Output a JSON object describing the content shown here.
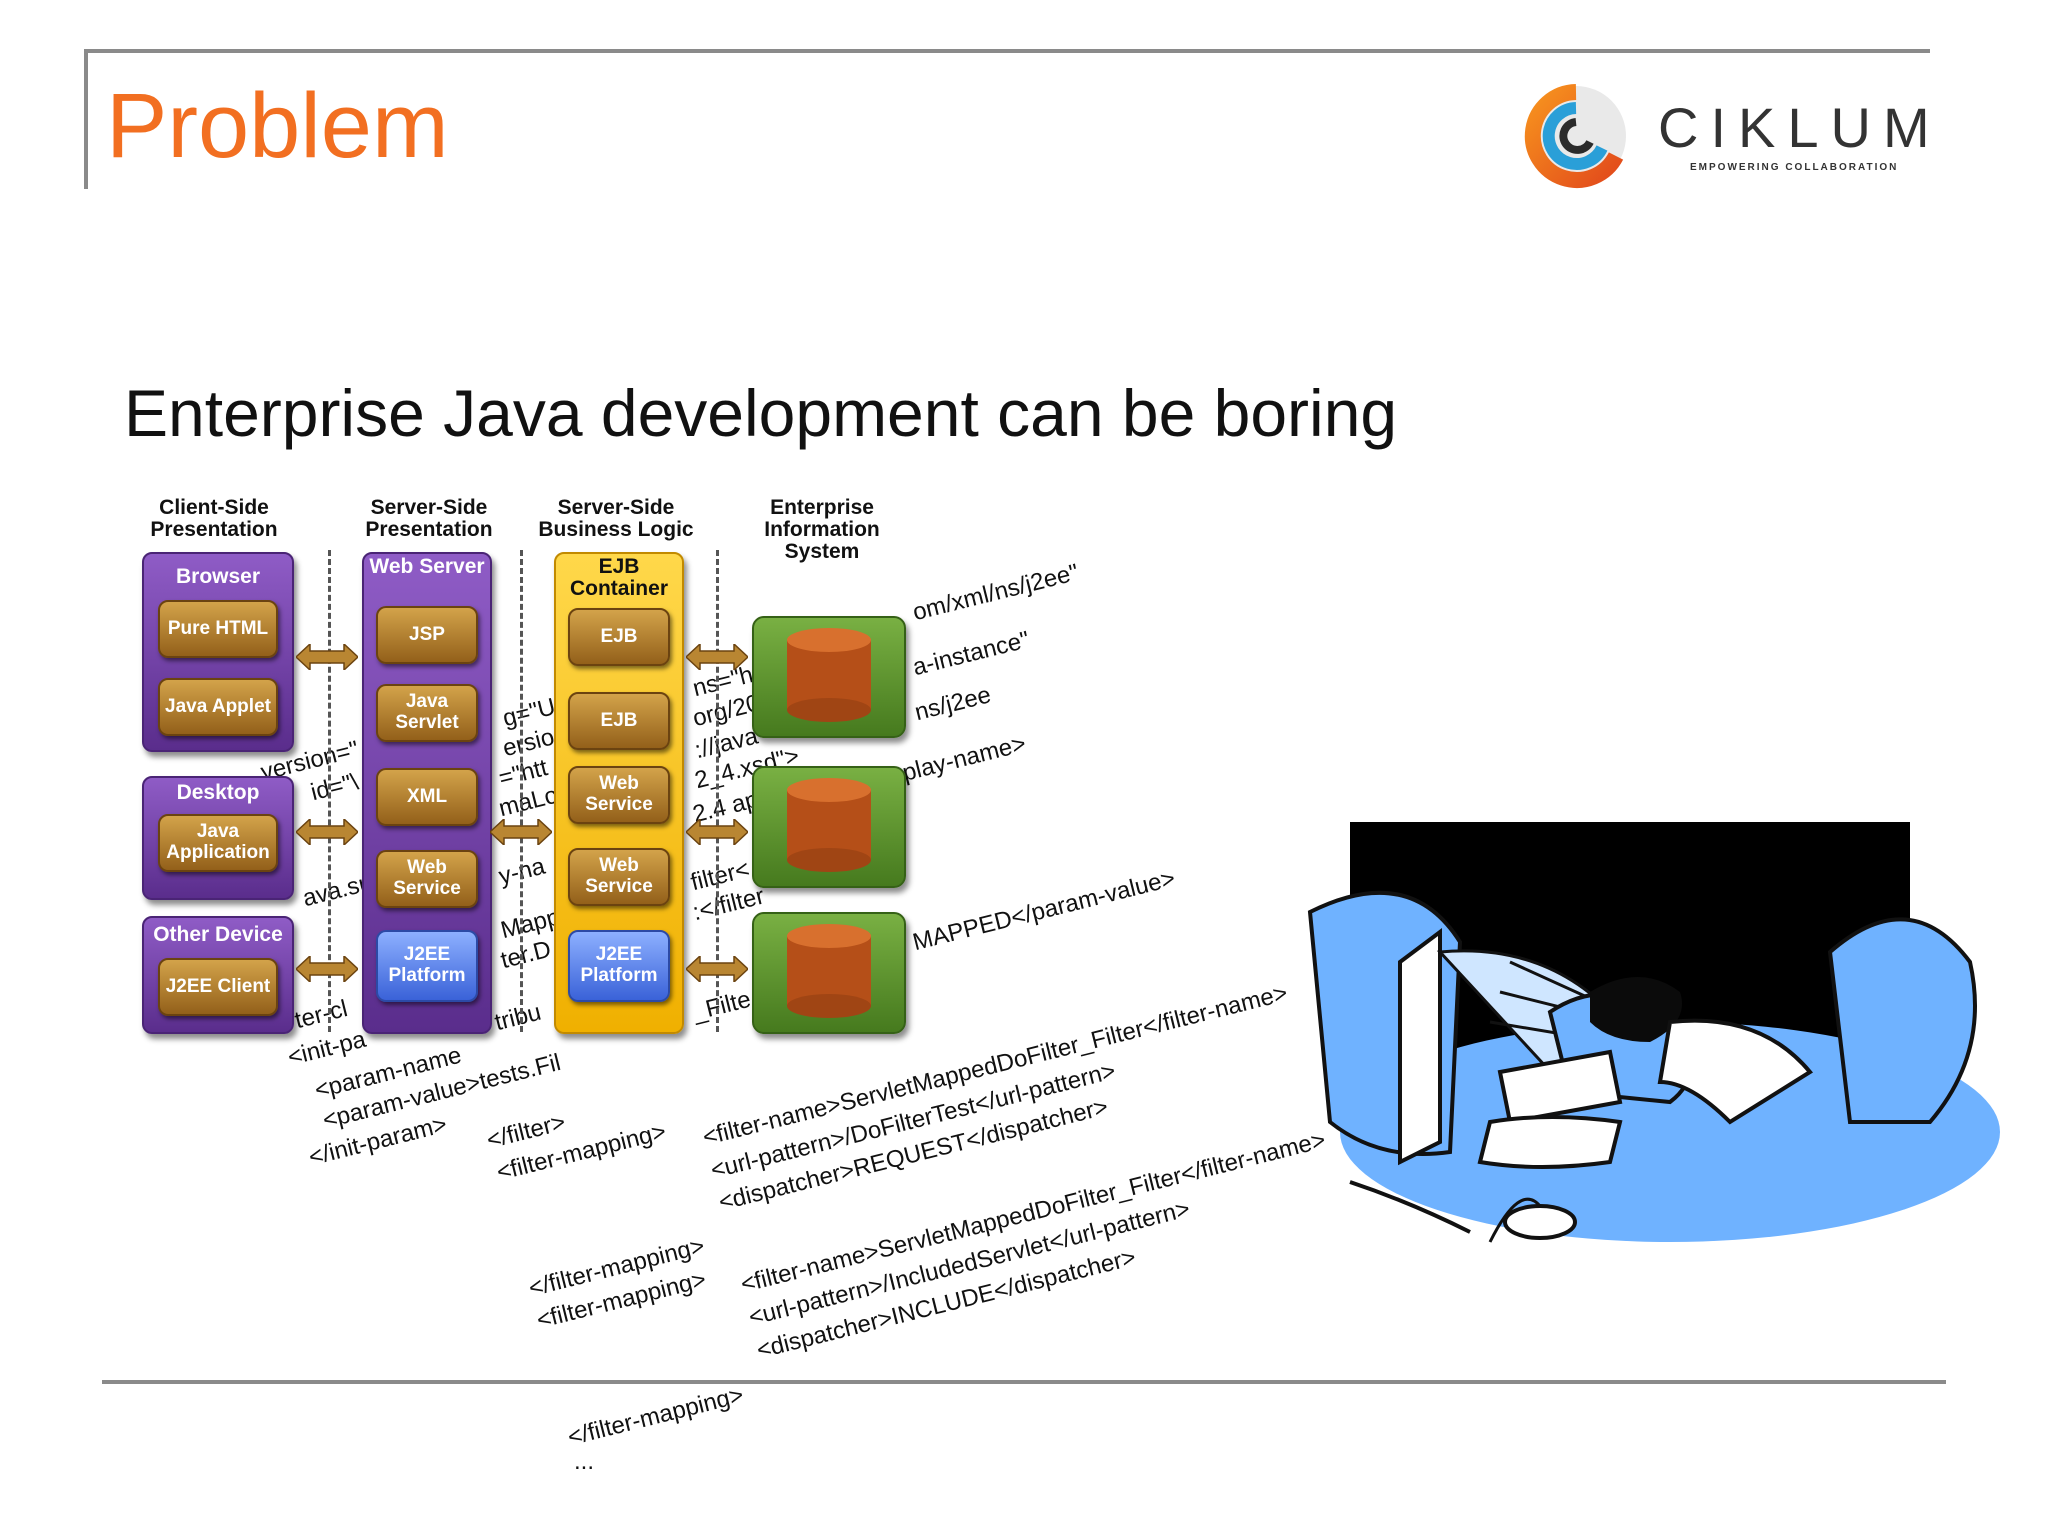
{
  "slide": {
    "title": "Problem",
    "subtitle": "Enterprise Java development can be boring"
  },
  "logo": {
    "name": "CIKLUM",
    "tagline": "EMPOWERING COLLABORATION"
  },
  "diagram": {
    "columns": [
      {
        "title_line1": "Client-Side",
        "title_line2": "Presentation"
      },
      {
        "title_line1": "Server-Side",
        "title_line2": "Presentation"
      },
      {
        "title_line1": "Server-Side",
        "title_line2": "Business Logic"
      },
      {
        "title_line1": "Enterprise",
        "title_line2": "Information",
        "title_line3": "System"
      }
    ],
    "client": {
      "browser": {
        "label": "Browser",
        "items": [
          "Pure HTML",
          "Java Applet"
        ]
      },
      "desktop": {
        "label": "Desktop",
        "items": [
          "Java Application"
        ]
      },
      "other": {
        "label": "Other Device",
        "items": [
          "J2EE Client"
        ]
      }
    },
    "web_server": {
      "label": "Web Server",
      "items": [
        "JSP",
        "Java Servlet",
        "XML",
        "Web Service",
        "J2EE Platform"
      ]
    },
    "ejb_container": {
      "label": "EJB Container",
      "items": [
        "EJB",
        "EJB",
        "Web Service",
        "Web Service",
        "J2EE Platform"
      ]
    }
  },
  "code_lines": [
    "om/xml/ns/j2ee\"",
    "a-instance\"",
    "ns/j2ee",
    "display-name>",
    "MAPPED</param-value>",
    "<filter-name>ServletMappedDoFilter_Filter</filter-name>",
    "<url-pattern>/DoFilterTest</url-pattern>",
    "<dispatcher>REQUEST</dispatcher>",
    "<filter-name>ServletMappedDoFilter_Filter</filter-name>",
    "<url-pattern>/IncludedServlet</url-pattern>",
    "<dispatcher>INCLUDE</dispatcher>",
    "<init-pa",
    "<param-name",
    "<param-value>tests.Fil",
    "</init-param>",
    "</filter>",
    "<filter-mapping>",
    "</filter-mapping>",
    "<filter-mapping>",
    "</filter-mapping>",
    "...",
    "version=\"",
    "id=\"\\",
    "ava.su",
    "g=\"U",
    "ersio",
    "=\"htt",
    "maLo",
    "y-na",
    "Mapp",
    "ter.D",
    "tribu",
    "ns=\"h",
    "org/20",
    "://java",
    "2_4.xsd\">",
    "2.4 ap",
    "filter<",
    ":</filter",
    "_Filte",
    "ter-cl"
  ],
  "colors": {
    "title": "#f26f21",
    "frame": "#8a8a8a",
    "purple_tier": "#6a3aa0",
    "yellow_tier": "#f5c21a",
    "chip_gold": "#b07a2a",
    "chip_blue": "#5b80e8",
    "db_green": "#5a9a2a",
    "db_orange": "#c0571a",
    "cartoon_blue": "#6fb2ff"
  }
}
